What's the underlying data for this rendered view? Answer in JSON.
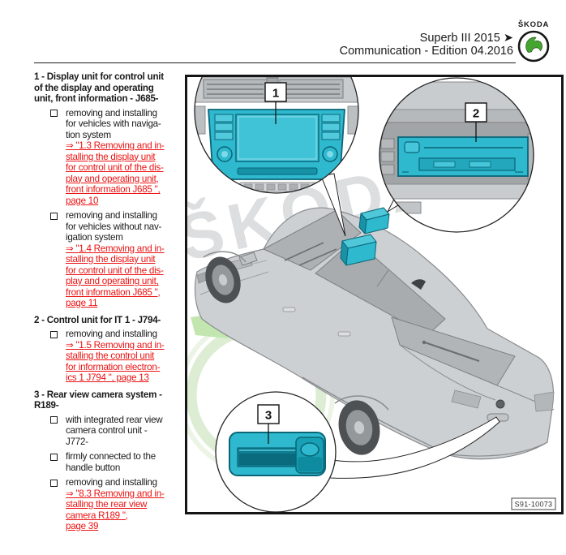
{
  "header": {
    "model_line": "Superb III 2015 ➤",
    "doc_line": "Communication - Edition 04.2016",
    "brand": "ŠKODA"
  },
  "legend": {
    "sections": [
      {
        "title": "1 - Display unit for control unit\nof the display and operating\nunit, front information - J685-",
        "bullets": [
          {
            "text": "removing and installing\nfor vehicles with naviga-\ntion system",
            "link": "⇒ \"1.3 Removing and in-\nstalling the display unit\nfor control unit of the dis-\nplay and operating unit,\nfront information J685 \",\npage 10"
          },
          {
            "text": "removing and installing\nfor vehicles without nav-\nigation system",
            "link": "⇒ \"1.4 Removing and in-\nstalling the display unit\nfor control unit of the dis-\nplay and operating unit,\nfront information J685 \",\npage 11"
          }
        ]
      },
      {
        "title": "2 - Control unit for IT 1 - J794-",
        "bullets": [
          {
            "text": "removing and installing",
            "link": "⇒ \"1.5 Removing and in-\nstalling the control unit\nfor information electron-\nics 1 J794 \", page 13"
          }
        ]
      },
      {
        "title": "3 - Rear view camera system -\nR189-",
        "bullets": [
          {
            "text": "with integrated rear view\ncamera control unit -\nJ772-",
            "link": ""
          },
          {
            "text": "firmly connected to the\nhandle button",
            "link": ""
          },
          {
            "text": "removing and installing",
            "link": "⇒ \"8.3 Removing and in-\nstalling the rear view\ncamera R189 \",\npage 39"
          }
        ]
      }
    ]
  },
  "figure": {
    "callout_1": "1",
    "callout_2": "2",
    "callout_3": "3",
    "figure_number": "S91-10073",
    "watermark_text": "ŠKODA"
  },
  "colors": {
    "highlight_cyan": "#2FB9CF",
    "link_red": "#EC1111",
    "skoda_green": "#46A431"
  }
}
